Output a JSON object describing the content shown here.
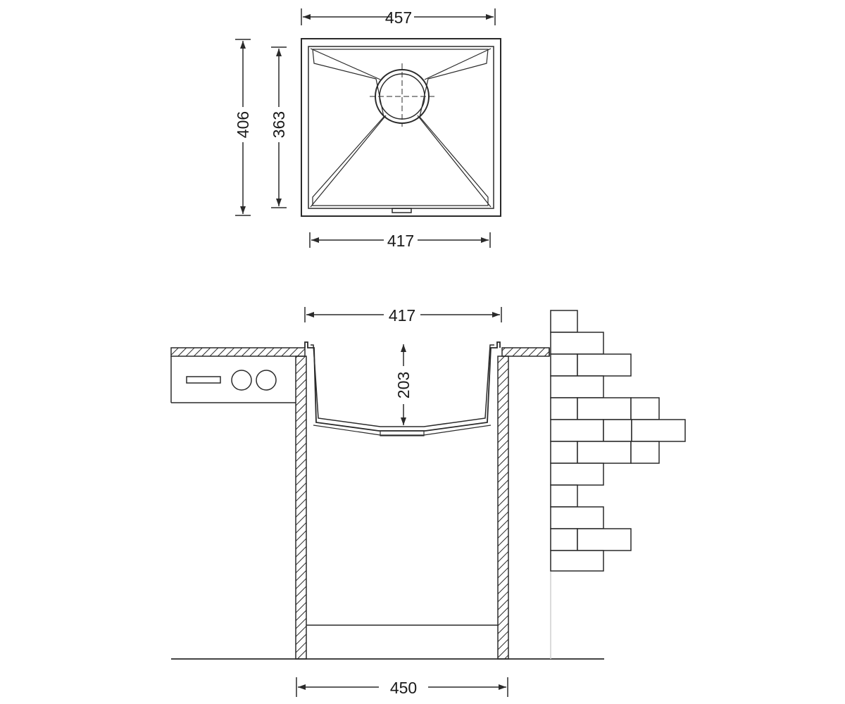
{
  "top_view": {
    "outer_width": "457",
    "outer_height": "406",
    "inner_height": "363",
    "inner_width": "417"
  },
  "section_view": {
    "bowl_width": "417",
    "bowl_depth": "203",
    "cabinet_width": "450"
  },
  "colors": {
    "line": "#2a2a2a",
    "background": "#ffffff"
  }
}
